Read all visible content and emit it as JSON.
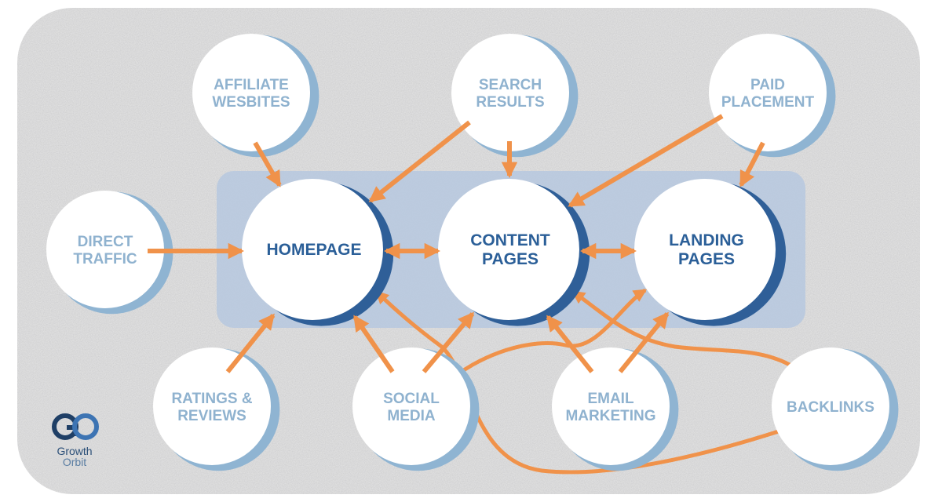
{
  "diagram": {
    "core_nodes": [
      {
        "id": "homepage",
        "lines": [
          "HOMEPAGE"
        ]
      },
      {
        "id": "content-pages",
        "lines": [
          "CONTENT",
          "PAGES"
        ]
      },
      {
        "id": "landing-pages",
        "lines": [
          "LANDING",
          "PAGES"
        ]
      }
    ],
    "source_nodes": [
      {
        "id": "affiliate-websites",
        "lines": [
          "AFFILIATE",
          "WESBITES"
        ]
      },
      {
        "id": "search-results",
        "lines": [
          "SEARCH",
          "RESULTS"
        ]
      },
      {
        "id": "paid-placement",
        "lines": [
          "PAID",
          "PLACEMENT"
        ]
      },
      {
        "id": "direct-traffic",
        "lines": [
          "DIRECT",
          "TRAFFIC"
        ]
      },
      {
        "id": "ratings-reviews",
        "lines": [
          "RATINGS &",
          "REVIEWS"
        ]
      },
      {
        "id": "social-media",
        "lines": [
          "SOCIAL",
          "MEDIA"
        ]
      },
      {
        "id": "email-marketing",
        "lines": [
          "EMAIL",
          "MARKETING"
        ]
      },
      {
        "id": "backlinks",
        "lines": [
          "BACKLINKS"
        ]
      }
    ],
    "connections": [
      {
        "from": "affiliate-websites",
        "to": "homepage"
      },
      {
        "from": "search-results",
        "to": "homepage"
      },
      {
        "from": "search-results",
        "to": "content-pages"
      },
      {
        "from": "paid-placement",
        "to": "content-pages"
      },
      {
        "from": "paid-placement",
        "to": "landing-pages"
      },
      {
        "from": "direct-traffic",
        "to": "homepage"
      },
      {
        "from": "ratings-reviews",
        "to": "homepage"
      },
      {
        "from": "social-media",
        "to": "homepage"
      },
      {
        "from": "social-media",
        "to": "content-pages"
      },
      {
        "from": "social-media",
        "to": "landing-pages"
      },
      {
        "from": "email-marketing",
        "to": "content-pages"
      },
      {
        "from": "email-marketing",
        "to": "landing-pages"
      },
      {
        "from": "backlinks",
        "to": "homepage"
      },
      {
        "from": "backlinks",
        "to": "content-pages"
      },
      {
        "from": "homepage",
        "to": "content-pages",
        "bidirectional": true
      },
      {
        "from": "content-pages",
        "to": "landing-pages",
        "bidirectional": true
      }
    ]
  },
  "logo": {
    "mark": "GO",
    "line1": "Growth",
    "line2": "Orbit"
  },
  "colors": {
    "arrow": "#f0924a",
    "core_ring": "#2f5f98",
    "source_ring": "#8fb4d2",
    "source_text": "#8fb2cf",
    "core_text": "#2b5f98",
    "hub_panel": "#b8c9df"
  }
}
